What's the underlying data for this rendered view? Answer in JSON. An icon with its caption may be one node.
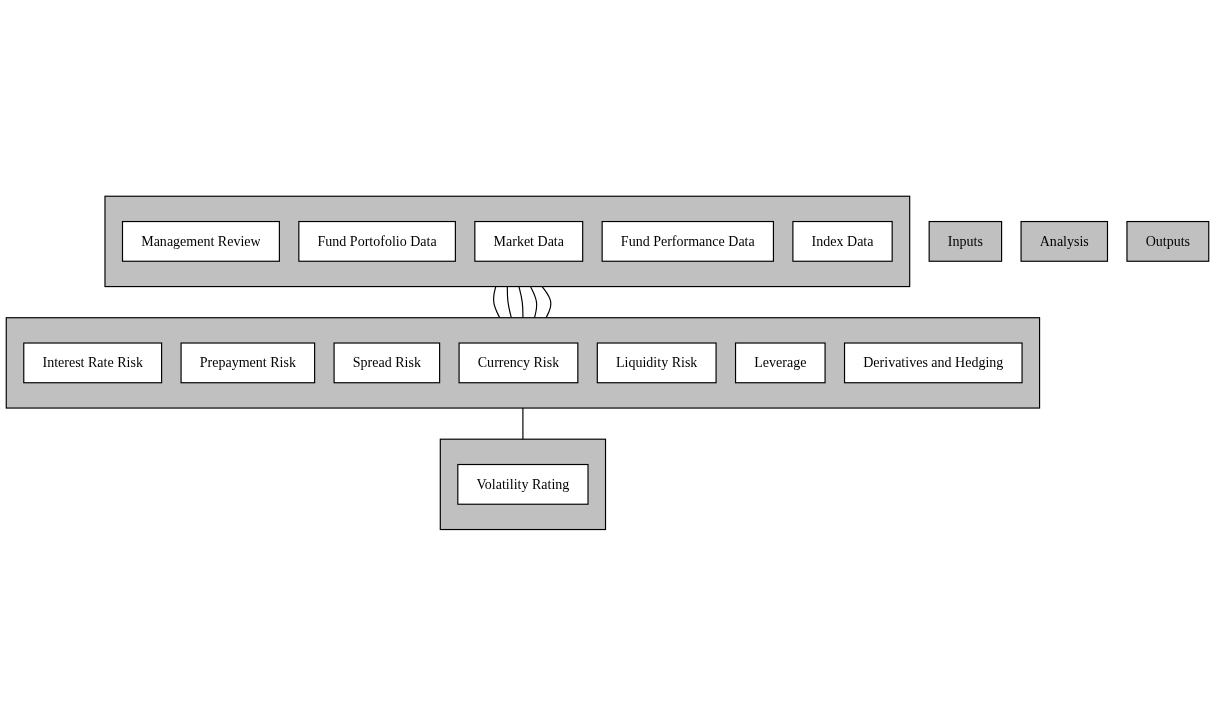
{
  "diagram": {
    "nodes": [
      {
        "text": [
          "Inputs"
        ]
      },
      {
        "text": [],
        "shape": "box"
      },
      {
        "text": [
          "Management Review"
        ],
        "in": 1
      },
      {
        "text": [
          "Fund Portofolio Data"
        ],
        "in": 1
      },
      {
        "text": [
          "Market Data"
        ],
        "in": 1
      },
      {
        "text": [
          "Fund Performance Data"
        ],
        "in": 1
      },
      {
        "text": [
          "Index Data"
        ],
        "in": 1
      },
      {
        "text": [
          "Analysis"
        ]
      },
      {
        "text": [],
        "shape": "box"
      },
      {
        "text": [
          "Interest Rate Risk"
        ],
        "in": 8
      },
      {
        "text": [
          "Prepayment Risk"
        ],
        "in": 8
      },
      {
        "text": [
          "Spread Risk"
        ],
        "in": 8
      },
      {
        "text": [
          "Currency Risk"
        ],
        "in": 8
      },
      {
        "text": [
          "Liquidity Risk"
        ],
        "in": 8
      },
      {
        "text": [
          "Leverage"
        ],
        "in": 8
      },
      {
        "text": [
          "Derivatives and Hedging"
        ],
        "in": 8
      },
      {
        "text": [
          "Outputs"
        ]
      },
      {
        "text": [],
        "shape": "box"
      },
      {
        "text": [
          "Volatility Rating"
        ],
        "in": 17
      }
    ],
    "edges": [
      {
        "from": 1,
        "to": 8,
        "arrow": "none"
      },
      {
        "from": 1,
        "to": 8,
        "arrow": "none"
      },
      {
        "from": 1,
        "to": 8,
        "arrow": "none"
      },
      {
        "from": 1,
        "to": 8,
        "arrow": "none"
      },
      {
        "from": 1,
        "to": 8,
        "arrow": "none"
      },
      {
        "from": 8,
        "to": 17,
        "arrow": "none"
      }
    ]
  }
}
